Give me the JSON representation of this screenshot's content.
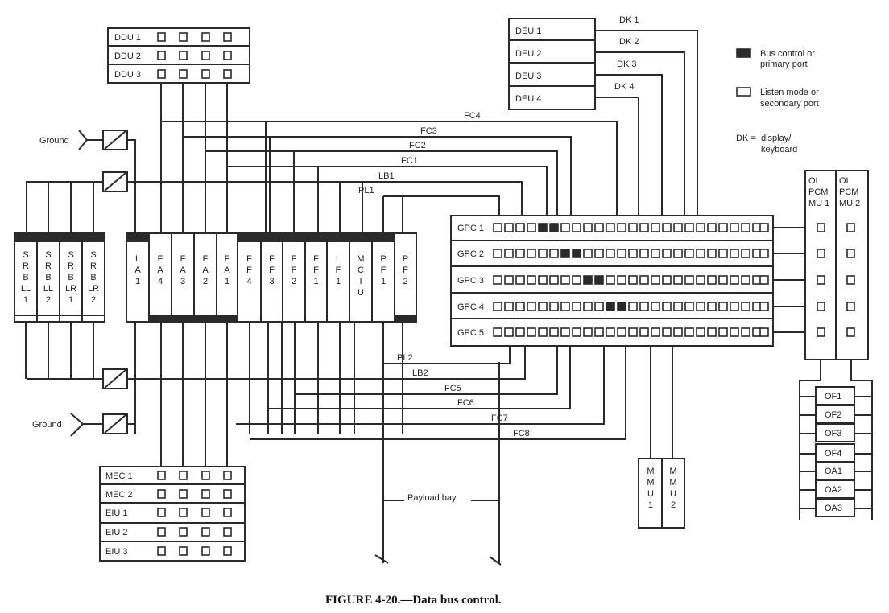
{
  "caption": "FIGURE 4-20.—Data bus control.",
  "legend": {
    "primary": [
      "Bus control or",
      "primary port"
    ],
    "secondary": [
      "Listen mode or",
      "secondary port"
    ],
    "dk_key": "DK =",
    "dk_desc": [
      "display/",
      "keyboard"
    ]
  },
  "ddu": [
    "DDU 1",
    "DDU 2",
    "DDU 3"
  ],
  "deu": [
    "DEU 1",
    "DEU 2",
    "DEU 3",
    "DEU 4"
  ],
  "dk": [
    "DK 1",
    "DK 2",
    "DK 3",
    "DK 4"
  ],
  "ground_labels": [
    "Ground",
    "Ground"
  ],
  "srb": [
    [
      "S",
      "R",
      "B",
      "LL",
      "1"
    ],
    [
      "S",
      "R",
      "B",
      "LL",
      "2"
    ],
    [
      "S",
      "R",
      "B",
      "LR",
      "1"
    ],
    [
      "S",
      "R",
      "B",
      "LR",
      "2"
    ]
  ],
  "mdm": [
    [
      "L",
      "A",
      "1"
    ],
    [
      "F",
      "A",
      "4"
    ],
    [
      "F",
      "A",
      "3"
    ],
    [
      "F",
      "A",
      "2"
    ],
    [
      "F",
      "A",
      "1"
    ],
    [
      "F",
      "F",
      "4"
    ],
    [
      "F",
      "F",
      "3"
    ],
    [
      "F",
      "F",
      "2"
    ],
    [
      "F",
      "F",
      "1"
    ],
    [
      "L",
      "F",
      "1"
    ],
    [
      "M",
      "C",
      "I",
      "U"
    ],
    [
      "P",
      "F",
      "1"
    ],
    [
      "P",
      "F",
      "2"
    ]
  ],
  "top_buses": [
    "FC4",
    "FC3",
    "FC2",
    "FC1",
    "LB1",
    "PL1"
  ],
  "bottom_buses": [
    "PL2",
    "LB2",
    "FC5",
    "FC6",
    "FC7",
    "FC8"
  ],
  "gpc": [
    "GPC 1",
    "GPC 2",
    "GPC 3",
    "GPC 4",
    "GPC 5"
  ],
  "oipcm": [
    [
      "OI",
      "PCM",
      "MU 1"
    ],
    [
      "OI",
      "PCM",
      "MU 2"
    ]
  ],
  "ops": [
    "OF1",
    "OF2",
    "OF3",
    "OF4",
    "OA1",
    "OA2",
    "OA3"
  ],
  "mmu": [
    [
      "M",
      "M",
      "U",
      "1"
    ],
    [
      "M",
      "M",
      "U",
      "2"
    ]
  ],
  "mec_eiu": [
    "MEC 1",
    "MEC 2",
    "EIU 1",
    "EIU 2",
    "EIU 3"
  ],
  "payload": "Payload bay"
}
